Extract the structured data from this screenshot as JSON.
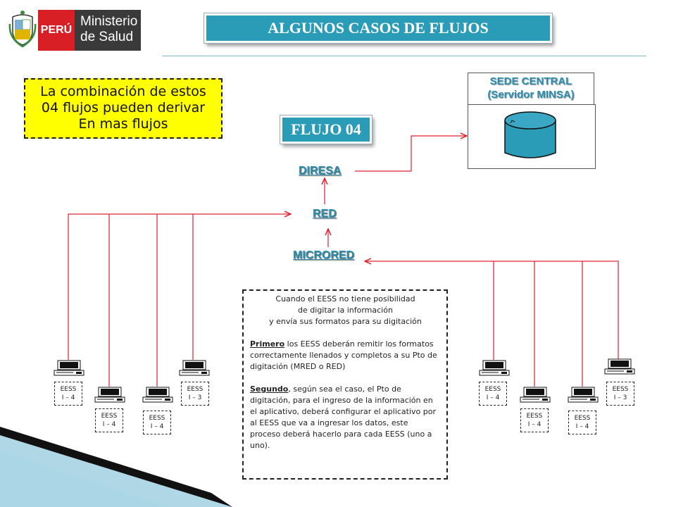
{
  "logo": {
    "peru": "PERÚ",
    "ministry_line1": "Ministerio",
    "ministry_line2": "de Salud"
  },
  "title": "ALGUNOS CASOS DE FLUJOS",
  "note": {
    "line1": "La combinación de estos",
    "line2": "04 flujos pueden derivar",
    "line3": "En mas flujos"
  },
  "sede": {
    "line1": "SEDE CENTRAL",
    "line2": "(Servidor MINSA)"
  },
  "flujo": "FLUJO 04",
  "nodes": {
    "diresa": "DIRESA",
    "red": "RED",
    "microred": "MICRORED"
  },
  "explanation": {
    "intro1": "Cuando el EESS no tiene posibilidad",
    "intro2": "de digitar la información",
    "intro3": "y envía sus formatos para su digitación",
    "primero_label": "Primero",
    "primero_text": " los EESS deberán remitir los formatos correctamente llenados y completos a su Pto de digitación (MRED o RED)",
    "segundo_label": "Segundo",
    "segundo_text": ", según sea el caso, el Pto de digitación, para el ingreso de la información en el aplicativo, deberá configurar el aplicativo por al EESS que va a ingresar los datos, este proceso deberá hacerlo para cada EESS (uno a uno)."
  },
  "eess": [
    {
      "label": "EESS",
      "level": "I – 4"
    },
    {
      "label": "EESS",
      "level": "I – 4"
    },
    {
      "label": "EESS",
      "level": "I – 4"
    },
    {
      "label": "EESS",
      "level": "I – 3"
    },
    {
      "label": "EESS",
      "level": "I – 4"
    },
    {
      "label": "EESS",
      "level": "I – 4"
    },
    {
      "label": "EESS",
      "level": "I – 4"
    },
    {
      "label": "EESS",
      "level": "I – 3"
    }
  ],
  "colors": {
    "accent": "#2b9cb8",
    "arrow": "#e02030",
    "note_bg": "#ffff00",
    "node_text": "#2a8eb0"
  },
  "icons": {
    "database": "database-icon",
    "computer": "computer-icon",
    "shield": "peru-coat-of-arms-icon"
  }
}
